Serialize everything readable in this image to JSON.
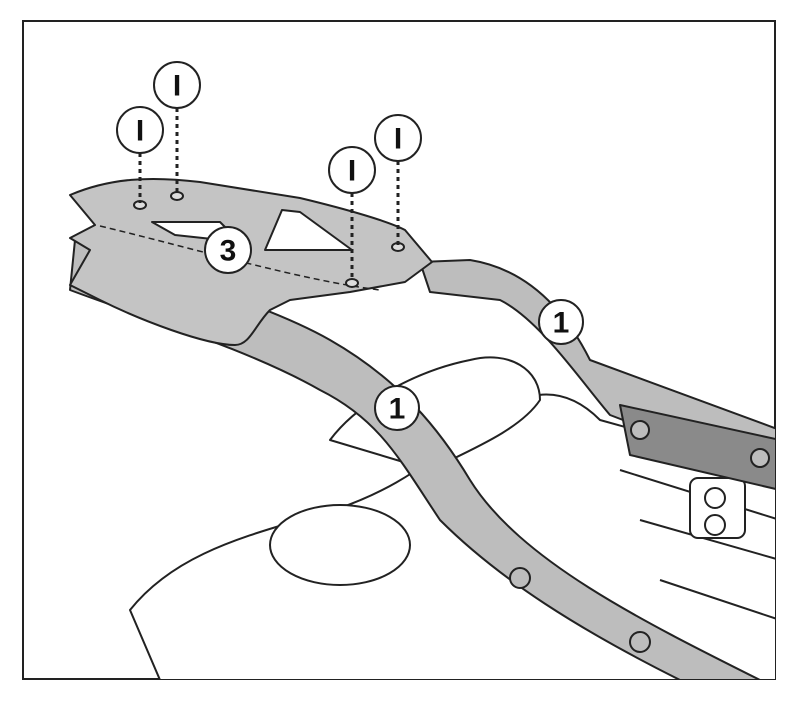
{
  "diagram": {
    "callouts": [
      {
        "id": "screw-1",
        "label": "I"
      },
      {
        "id": "screw-2",
        "label": "I"
      },
      {
        "id": "screw-3",
        "label": "I"
      },
      {
        "id": "screw-4",
        "label": "I"
      },
      {
        "id": "plate",
        "label": "3"
      },
      {
        "id": "rail-right",
        "label": "1"
      },
      {
        "id": "rail-left",
        "label": "1"
      }
    ],
    "colors": {
      "part": "#bdbdbd",
      "line": "#222222",
      "background": "#ffffff"
    }
  }
}
